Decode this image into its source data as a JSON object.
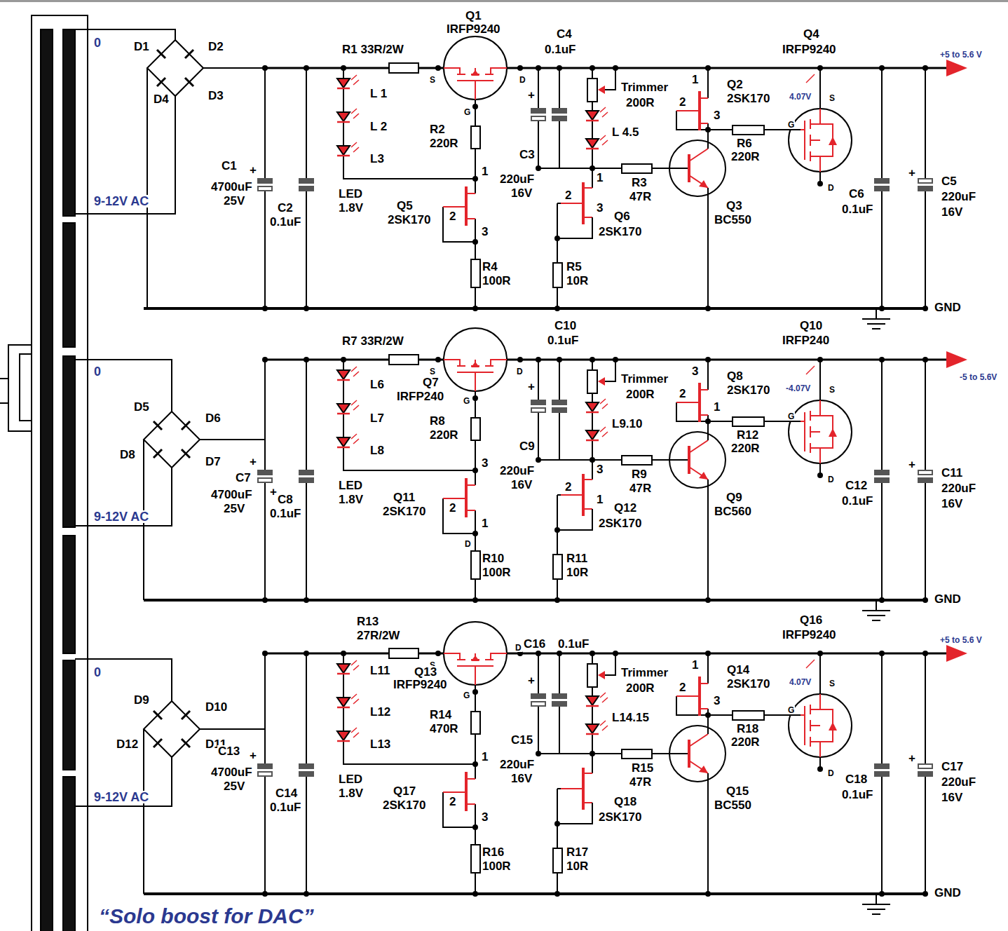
{
  "diagram": {
    "caption": "“Solo boost for DAC”",
    "labels": [
      "0",
      "9-12V AC",
      "D1",
      "D2",
      "D4",
      "D3",
      "R1 33R/2W",
      "Q1",
      "IRFP9240",
      "S",
      "D",
      "G",
      "C4",
      "0.1uF",
      "Q4",
      "IRFP9240",
      "+5 to 5.6 V",
      "L 1",
      "L 2",
      "L3",
      "LED",
      "1.8V",
      "C1",
      "+",
      "4700uF",
      "25V",
      "C2",
      "0.1uF",
      "R2",
      "220R",
      "1",
      "2",
      "3",
      "Q5",
      "2SK170",
      "R4",
      "100R",
      "+",
      "C3",
      "220uF",
      "16V",
      "Trimmer",
      "200R",
      "L 4.5",
      "1",
      "2",
      "3",
      "Q6",
      "2SK170",
      "R5",
      "10R",
      "R3",
      "47R",
      "1",
      "2",
      "3",
      "Q2",
      "2SK170",
      "4.07V",
      "S",
      "G",
      "D",
      "R6",
      "220R",
      "Q3",
      "BC550",
      "C6",
      "0.1uF",
      "+",
      "C5",
      "220uF",
      "16V",
      "GND",
      "0",
      "9-12V AC",
      "D5",
      "D6",
      "D8",
      "D7",
      "R7 33R/2W",
      "S",
      "D",
      "Q7",
      "IRFP240",
      "G",
      "C10",
      "0.1uF",
      "Q10",
      "IRFP240",
      "-5 to 5.6V",
      "L6",
      "L7",
      "L8",
      "LED",
      "1.8V",
      "+",
      "C7",
      "+",
      "4700uF",
      "25V",
      "C8",
      "0.1uF",
      "R8",
      "220R",
      "3",
      "2",
      "1",
      "D",
      "Q11",
      "2SK170",
      "R10",
      "100R",
      "+",
      "C9",
      "220uF",
      "16V",
      "Trimmer",
      "200R",
      "L9.10",
      "3",
      "2",
      "1",
      "Q12",
      "2SK170",
      "R11",
      "10R",
      "R9",
      "47R",
      "3",
      "2",
      "1",
      "Q8",
      "2SK170",
      "-4.07V",
      "S",
      "G",
      "D",
      "R12",
      "220R",
      "Q9",
      "BC560",
      "C12",
      "0.1uF",
      "+",
      "C11",
      "220uF",
      "16V",
      "GND",
      "0",
      "9-12V AC",
      "D9",
      "D10",
      "D12",
      "D11",
      "R13",
      "27R/2W",
      "S",
      "Q13",
      "L11",
      "IRFP9240",
      "G",
      "D",
      "C16",
      "0.1uF",
      "Q16",
      "IRFP9240",
      "+5 to 5.6 V",
      "L12",
      "L13",
      "LED",
      "1.8V",
      "R14",
      "470R",
      "1",
      "Q17",
      "2SK170",
      "2",
      "3",
      "C13",
      "+",
      "4700uF",
      "25V",
      "C14",
      "0.1uF",
      "R16",
      "100R",
      "+",
      "C15",
      "220uF",
      "16V",
      "Trimmer",
      "200R",
      "L14.15",
      "R15",
      "47R",
      "Q18",
      "2SK170",
      "R17",
      "10R",
      "1",
      "2",
      "3",
      "Q14",
      "2SK170",
      "4.07V",
      "S",
      "G",
      "D",
      "R18",
      "220R",
      "Q15",
      "BC550",
      "C18",
      "0.1uF",
      "+",
      "C17",
      "220uF",
      "16V",
      "GND"
    ]
  }
}
